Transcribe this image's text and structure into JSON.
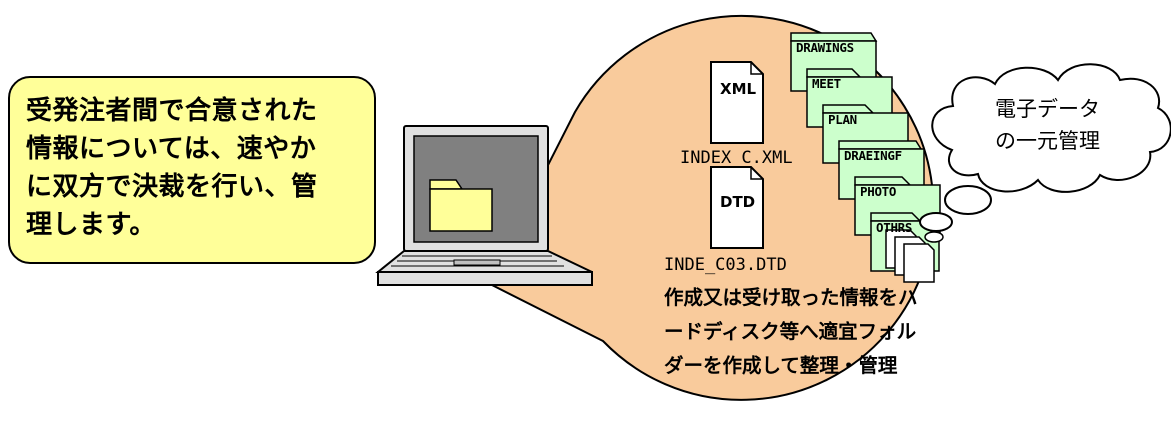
{
  "note": {
    "lines": [
      "受発注者間で合意された",
      "情報については、速やか",
      "に双方で決裁を行い、管",
      "理します。"
    ]
  },
  "files": {
    "xml_doc": {
      "icon_label": "XML",
      "filename": "INDEX_C.XML"
    },
    "dtd_doc": {
      "icon_label": "DTD",
      "filename": "INDE_C03.DTD"
    }
  },
  "folders": [
    "DRAWINGS",
    "MEET",
    "PLAN",
    "DRAEINGF",
    "PHOTO",
    "OTHRS"
  ],
  "bubble": {
    "lines": [
      "作成又は受け取った情報をハ",
      "ードディスク等へ適宜フォル",
      "ダーを作成して整理・管理"
    ]
  },
  "thought": {
    "lines": [
      "電子データ",
      "の一元管理"
    ]
  },
  "colors": {
    "note_fill": "#ffff99",
    "bubble_fill": "#f9cb9c",
    "folder_fill": "#ccffcc",
    "screen_folder_fill": "#ffff99",
    "laptop_fill": "#d9d9d9",
    "screen_fill": "#808080"
  },
  "icons": {
    "laptop": "laptop-computer-icon",
    "screen_folder": "folder-icon",
    "documents": "document-icon",
    "folders": "folder-tab-icon",
    "stacked_pages": "stacked-pages-icon",
    "thought_cloud": "thought-cloud-icon"
  }
}
